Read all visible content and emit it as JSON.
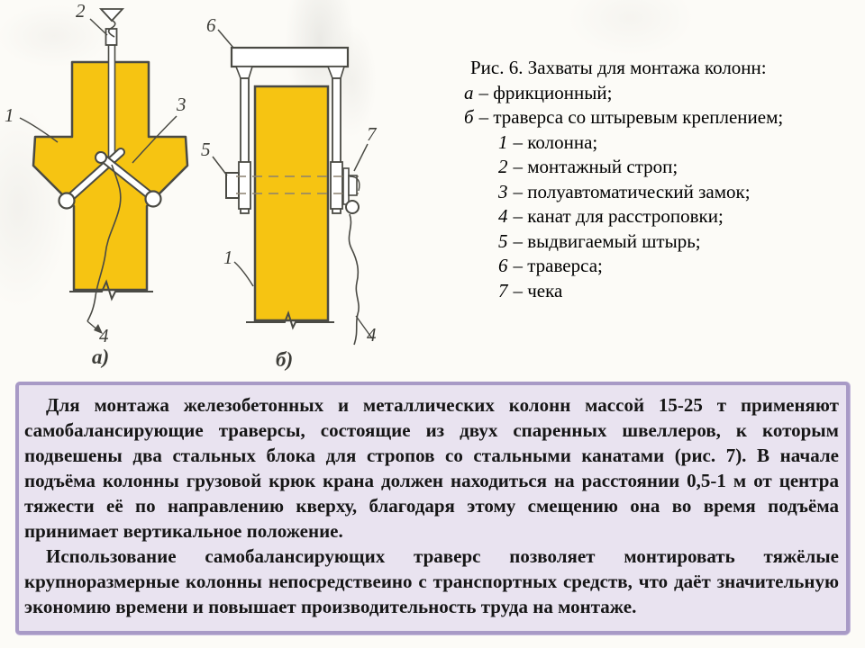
{
  "figure": {
    "caption": {
      "title": "Рис. 6. Захваты для монтажа колонн:",
      "items": [
        {
          "key": "а",
          "text": "– фрикционный;"
        },
        {
          "key": "б",
          "text": "– траверса со штыревым креплением;"
        },
        {
          "key": "1",
          "text": "– колонна;"
        },
        {
          "key": "2",
          "text": "– монтажный строп;"
        },
        {
          "key": "3",
          "text": "– полуавтоматический замок;"
        },
        {
          "key": "4",
          "text": "– канат для расстроповки;"
        },
        {
          "key": "5",
          "text": "– выдвигаемый штырь;"
        },
        {
          "key": "6",
          "text": "– траверса;"
        },
        {
          "key": "7",
          "text": "– чека"
        }
      ]
    },
    "labels": {
      "a_sling": "2",
      "a_column": "1",
      "a_lock": "3",
      "a_rope": "4",
      "a_marker": "а)",
      "b_traverse": "6",
      "b_pin": "5",
      "b_cheka": "7",
      "b_column": "1",
      "b_rope": "4",
      "b_marker": "б)"
    },
    "colors": {
      "column_fill": "#F6C412",
      "outline": "#4A4A44"
    }
  },
  "body": {
    "paragraphs": [
      "Для монтажа железобетонных и металлических колонн массой 15-25 т применяют самобалансирующие траверсы, состоящие из двух спаренных швеллеров, к которым подвешены два стальных блока для стропов со стальными канатами (рис. 7). В начале подъёма колонны грузовой крюк крана должен находиться на расстоянии 0,5-1 м от центра тяжести её по направлению кверху, благодаря этому смещению она во время подъёма принимает вертикальное положение.",
      "Использование самобалансирующих траверс позволяет монтировать тяжёлые крупноразмерные колонны непосредствеино с транспортных средств, что даёт значительную экономию времени и повышает производительность труда на монтаже."
    ],
    "colors": {
      "box_bg": "#E9E3F0",
      "box_border": "#A89AC6"
    }
  }
}
